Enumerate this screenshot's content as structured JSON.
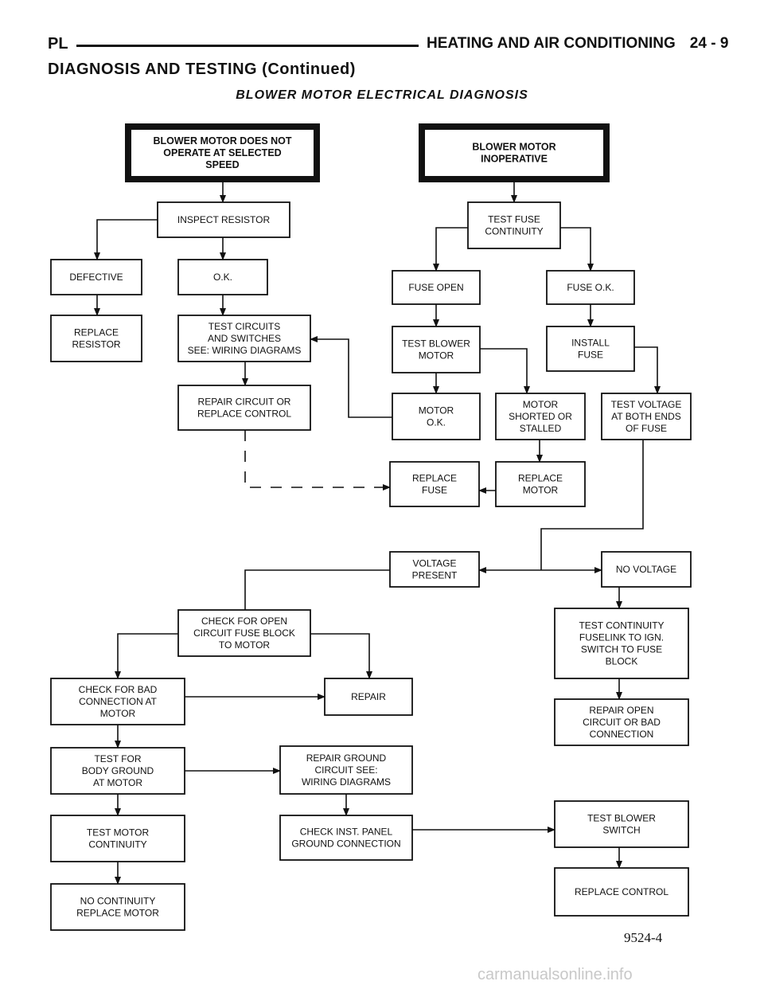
{
  "header": {
    "left": "PL",
    "right_title": "HEATING AND AIR CONDITIONING",
    "page_number": "24 - 9"
  },
  "section_title": "DIAGNOSIS AND TESTING (Continued)",
  "figure_title": "BLOWER MOTOR ELECTRICAL DIAGNOSIS",
  "boxes": {
    "start_not_operate": [
      "BLOWER MOTOR DOES NOT",
      "OPERATE AT SELECTED",
      "SPEED"
    ],
    "start_inoperative": [
      "BLOWER MOTOR",
      "INOPERATIVE"
    ],
    "inspect_resistor": [
      "INSPECT RESISTOR"
    ],
    "defective": [
      "DEFECTIVE"
    ],
    "ok_resistor": [
      "O.K."
    ],
    "replace_resistor": [
      "REPLACE",
      "RESISTOR"
    ],
    "test_circuits": [
      "TEST CIRCUITS",
      "AND SWITCHES",
      "SEE: WIRING DIAGRAMS"
    ],
    "repair_circuit": [
      "REPAIR CIRCUIT OR",
      "REPLACE CONTROL"
    ],
    "test_fuse": [
      "TEST FUSE",
      "CONTINUITY"
    ],
    "fuse_open": [
      "FUSE OPEN"
    ],
    "fuse_ok": [
      "FUSE O.K."
    ],
    "test_blower_motor": [
      "TEST BLOWER",
      "MOTOR"
    ],
    "install_fuse": [
      "INSTALL",
      "FUSE"
    ],
    "motor_ok": [
      "MOTOR",
      "O.K."
    ],
    "motor_shorted": [
      "MOTOR",
      "SHORTED OR",
      "STALLED"
    ],
    "test_voltage": [
      "TEST VOLTAGE",
      "AT BOTH ENDS",
      "OF FUSE"
    ],
    "replace_fuse": [
      "REPLACE",
      "FUSE"
    ],
    "replace_motor": [
      "REPLACE",
      "MOTOR"
    ],
    "voltage_present": [
      "VOLTAGE",
      "PRESENT"
    ],
    "no_voltage": [
      "NO VOLTAGE"
    ],
    "check_open_circuit": [
      "CHECK FOR OPEN",
      "CIRCUIT FUSE BLOCK",
      "TO MOTOR"
    ],
    "test_continuity_fuselink": [
      "TEST CONTINUITY",
      "FUSELINK TO IGN.",
      "SWITCH TO FUSE",
      "BLOCK"
    ],
    "check_bad_connection": [
      "CHECK FOR BAD",
      "CONNECTION AT",
      "MOTOR"
    ],
    "repair": [
      "REPAIR"
    ],
    "repair_open_circuit": [
      "REPAIR OPEN",
      "CIRCUIT OR BAD",
      "CONNECTION"
    ],
    "test_body_ground": [
      "TEST FOR",
      "BODY GROUND",
      "AT MOTOR"
    ],
    "repair_ground": [
      "REPAIR GROUND",
      "CIRCUIT SEE:",
      "WIRING DIAGRAMS"
    ],
    "test_motor_continuity": [
      "TEST MOTOR",
      "CONTINUITY"
    ],
    "check_inst_panel": [
      "CHECK INST. PANEL",
      "GROUND CONNECTION"
    ],
    "test_blower_switch": [
      "TEST BLOWER",
      "SWITCH"
    ],
    "replace_control": [
      "REPLACE CONTROL"
    ],
    "no_continuity": [
      "NO CONTINUITY",
      "REPLACE MOTOR"
    ]
  },
  "figure_number": "9524-4",
  "watermark": "carmanualsonline.info"
}
